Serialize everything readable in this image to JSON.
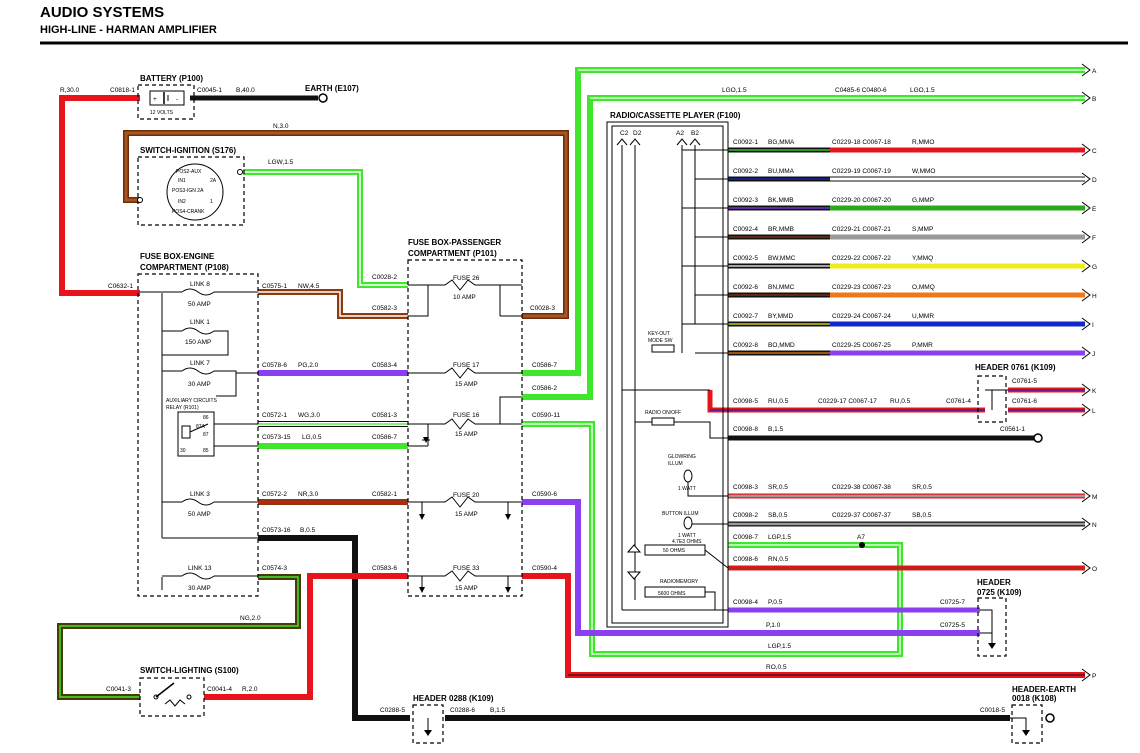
{
  "title": "AUDIO SYSTEMS",
  "subtitle": "HIGH-LINE - HARMAN AMPLIFIER",
  "components": {
    "battery": "BATTERY (P100)",
    "battery_volts": "12 VOLTS",
    "earth_e107": "EARTH (E107)",
    "switch_ignition": "SWITCH-IGNITION (S176)",
    "fusebox_engine_1": "FUSE BOX-ENGINE",
    "fusebox_engine_2": "COMPARTMENT (P108)",
    "fusebox_pass_1": "FUSE BOX-PASSENGER",
    "fusebox_pass_2": "COMPARTMENT (P101)",
    "radio": "RADIO/CASSETTE PLAYER (F100)",
    "header_0761": "HEADER 0761 (K109)",
    "header_0725_1": "HEADER",
    "header_0725_2": "0725 (K109)",
    "switch_lighting": "SWITCH-LIGHTING (S100)",
    "header_0288": "HEADER 0288 (K109)",
    "header_earth_1": "HEADER-EARTH",
    "header_earth_2": "0018 (K108)",
    "relay_1": "AUXILIARY CIRCUITS",
    "relay_2": "RELAY (R101)",
    "keyout_1": "KEY-OUT",
    "keyout_2": "MODE SW",
    "radio_onoff": "RADIO ON/OFF",
    "glowring_1": "GLOWRING",
    "glowring_2": "ILLUM",
    "glowring_3": "1 WATT",
    "button_illum": "BUTTON ILLUM",
    "button_illum_2": "1 WATT",
    "button_illum_3": "4.7E3 OHMS",
    "ohms_50": "50 OHMS",
    "radiomemory": "RADIOMEMORY",
    "ohms_5600": "5600 OHMS"
  },
  "ignition_positions": [
    "POS2-AUX",
    "IN1",
    "POS3-IGN 2A",
    "IN2",
    "POS4-CRANK"
  ],
  "ignition_pins": [
    "2A",
    "1"
  ],
  "radio_pins": [
    "C2",
    "D2",
    "A2",
    "B2"
  ],
  "links": [
    {
      "name": "LINK 8",
      "amp": "50 AMP"
    },
    {
      "name": "LINK 1",
      "amp": "150 AMP"
    },
    {
      "name": "LINK 7",
      "amp": "30 AMP"
    },
    {
      "name": "LINK 3",
      "amp": "50 AMP"
    },
    {
      "name": "LINK 13",
      "amp": "30 AMP"
    }
  ],
  "fuses": [
    {
      "name": "FUSE 26",
      "amp": "10 AMP"
    },
    {
      "name": "FUSE 17",
      "amp": "15 AMP"
    },
    {
      "name": "FUSE 16",
      "amp": "15 AMP"
    },
    {
      "name": "FUSE 20",
      "amp": "15 AMP"
    },
    {
      "name": "FUSE 33",
      "amp": "15 AMP"
    }
  ],
  "relay_pins": [
    "86",
    "87A",
    "87",
    "30",
    "85"
  ],
  "wire_labels": {
    "r30": "R,30.0",
    "c0818": "C0818-1",
    "c0045": "C0045-1",
    "b40": "B,40.0",
    "n30": "N,3.0",
    "lgw15": "LGW,1.5",
    "c0632": "C0632-1",
    "c0575": "C0575-1",
    "nw45": "NW,4.5",
    "c0582_3": "C0582-3",
    "c0028_2": "C0028-2",
    "c0028_3": "C0028-3",
    "c0578": "C0578-6",
    "pg20": "PG,2.0",
    "c0583_4": "C0583-4",
    "c0586_7": "C0586-7",
    "c0586_2": "C0586-2",
    "c0572_1": "C0572-1",
    "wg30": "WG,3.0",
    "c0581": "C0581-3",
    "c0573_15": "C0573-15",
    "lg05": "LG,0.5",
    "c0586_7b": "C0586-7",
    "c0590_11": "C0590-11",
    "c0572_2": "C0572-2",
    "nr30": "NR,3.0",
    "c0582_1": "C0582-1",
    "c0590_6": "C0590-6",
    "c0573_16": "C0573-16",
    "b05": "B,0.5",
    "c0574": "C0574-3",
    "c0583_6": "C0583-6",
    "c0590_4": "C0590-4",
    "ng20": "NG,2.0",
    "c0041_3": "C0041-3",
    "c0041_4": "C0041-4",
    "r20": "R,2.0",
    "c0288_5": "C0288-5",
    "c0288_6": "C0288-6",
    "b15": "B,1.5",
    "c0018": "C0018-5",
    "lgo15": "LGO,1.5",
    "c0485": "C0485-6 C0480-6",
    "lgo15b": "LGO,1.5",
    "lgp15": "LGP,1.5",
    "p10": "P,1.0",
    "c0725_5": "C0725-5",
    "ro05": "RO,0.5",
    "a7": "A7"
  },
  "radio_outputs": [
    {
      "c1": "C0092-1",
      "w1": "BG,MMA",
      "c2": "C0229-18 C0067-18",
      "w2": "R,MMO",
      "end": "C"
    },
    {
      "c1": "C0092-2",
      "w1": "BU,MMA",
      "c2": "C0229-19 C0067-19",
      "w2": "W,MMO",
      "end": "D"
    },
    {
      "c1": "C0092-3",
      "w1": "BK,MMB",
      "c2": "C0229-20 C0067-20",
      "w2": "G,MMP",
      "end": "E"
    },
    {
      "c1": "C0092-4",
      "w1": "BR,MMB",
      "c2": "C0229-21 C0067-21",
      "w2": "S,MMP",
      "end": "F"
    },
    {
      "c1": "C0092-5",
      "w1": "BW,MMC",
      "c2": "C0229-22 C0067-22",
      "w2": "Y,MMQ",
      "end": "G"
    },
    {
      "c1": "C0092-6",
      "w1": "BN,MMC",
      "c2": "C0229-23 C0067-23",
      "w2": "O,MMQ",
      "end": "H"
    },
    {
      "c1": "C0092-7",
      "w1": "BY,MMD",
      "c2": "C0229-24 C0067-24",
      "w2": "U,MMR",
      "end": "I"
    },
    {
      "c1": "C0092-8",
      "w1": "BO,MMD",
      "c2": "C0229-25 C0067-25",
      "w2": "P,MMR",
      "end": "J"
    }
  ],
  "radio_lower": {
    "c0098_5": "C0098-5",
    "ru05": "RU,0.5",
    "c0229_17": "C0229-17 C0067-17",
    "ru05b": "RU,0.5",
    "c0761_4": "C0761-4",
    "c0761_5": "C0761-5",
    "c0761_6": "C0761-6",
    "c0098_8": "C0098-8",
    "b15": "B,1.5",
    "c0561": "C0561-1",
    "c0098_3": "C0098-3",
    "sr05": "SR,0.5",
    "c0229_38": "C0229-38 C0067-38",
    "sr05b": "SR,0.5",
    "c0098_2": "C0098-2",
    "sb05": "SB,0.5",
    "c0229_37": "C0229-37 C0067-37",
    "sb05b": "SB,0.5",
    "c0098_7": "C0098-7",
    "lgp15": "LGP,1.5",
    "c0098_6": "C0098-6",
    "rn05": "RN,0.5",
    "c0098_4": "C0098-4",
    "p05": "P,0.5",
    "c0725_7": "C0725-7"
  },
  "edge_labels": [
    "A",
    "B",
    "C",
    "D",
    "E",
    "F",
    "G",
    "H",
    "I",
    "J",
    "K",
    "L",
    "M",
    "N",
    "O",
    "P"
  ],
  "colors": {
    "red": "#e8141c",
    "black": "#111111",
    "brown": "#8b3a0f",
    "green": "#3fe62b",
    "purple": "#8a3ff0",
    "grey": "#9a9a9a",
    "yellow": "#f0ec1a",
    "orange": "#f07818",
    "blue": "#1428c8",
    "white": "#ffffff"
  }
}
